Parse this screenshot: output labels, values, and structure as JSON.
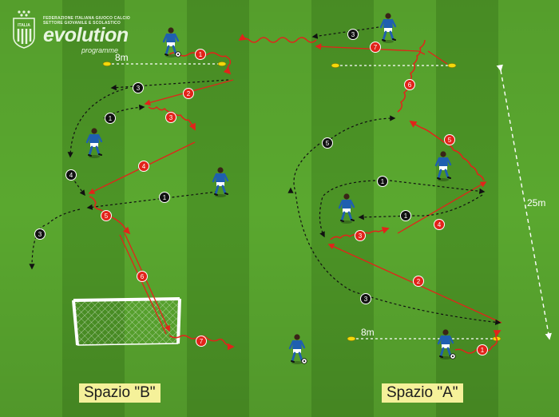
{
  "logo": {
    "federation_text": "FEDERAZIONE ITALIANA GIUOCO CALCIO",
    "sector_text": "SETTORE GIOVANILE E SCOLASTICO",
    "crest_text": "ITALIA",
    "title": "evolution",
    "subtitle": "programme"
  },
  "zones": {
    "b_label": "Spazio \"B\"",
    "a_label": "Spazio \"A\""
  },
  "measures": {
    "b_width": "8m",
    "a_width": "8m",
    "a_length": "25m"
  },
  "colors": {
    "field_dark": "#4f9a2a",
    "field_light": "#62b234",
    "red_path": "#e2231a",
    "black_path": "#111111",
    "kit": "#1f5fb0",
    "cone": "#f4d80a",
    "label_bg": "#f5f19a"
  },
  "steps": {
    "b_red": [
      "1",
      "2",
      "3",
      "4",
      "5",
      "6",
      "7"
    ],
    "b_black": [
      "1",
      "3",
      "4",
      "1",
      "3"
    ],
    "a_red": [
      "1",
      "2",
      "3",
      "4",
      "5",
      "6",
      "7"
    ],
    "a_black": [
      "1",
      "1",
      "3",
      "5",
      "3"
    ]
  }
}
